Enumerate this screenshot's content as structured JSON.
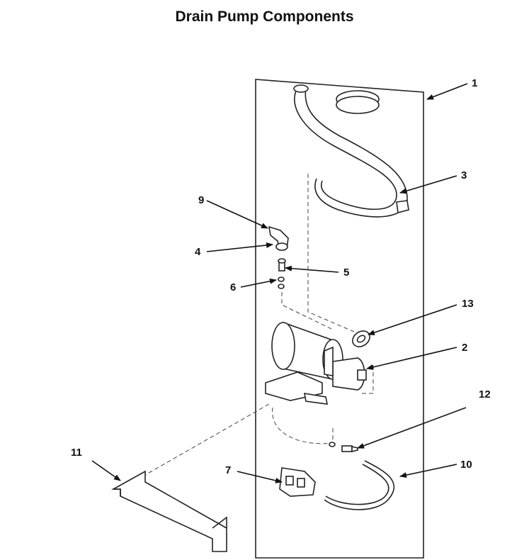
{
  "title": "Drain Pump Components",
  "callouts": [
    {
      "id": "1",
      "label": "1"
    },
    {
      "id": "2",
      "label": "2"
    },
    {
      "id": "3",
      "label": "3"
    },
    {
      "id": "4",
      "label": "4"
    },
    {
      "id": "5",
      "label": "5"
    },
    {
      "id": "6",
      "label": "6"
    },
    {
      "id": "7",
      "label": "7"
    },
    {
      "id": "9",
      "label": "9"
    },
    {
      "id": "10",
      "label": "10"
    },
    {
      "id": "11",
      "label": "11"
    },
    {
      "id": "12",
      "label": "12"
    },
    {
      "id": "13",
      "label": "13"
    }
  ]
}
